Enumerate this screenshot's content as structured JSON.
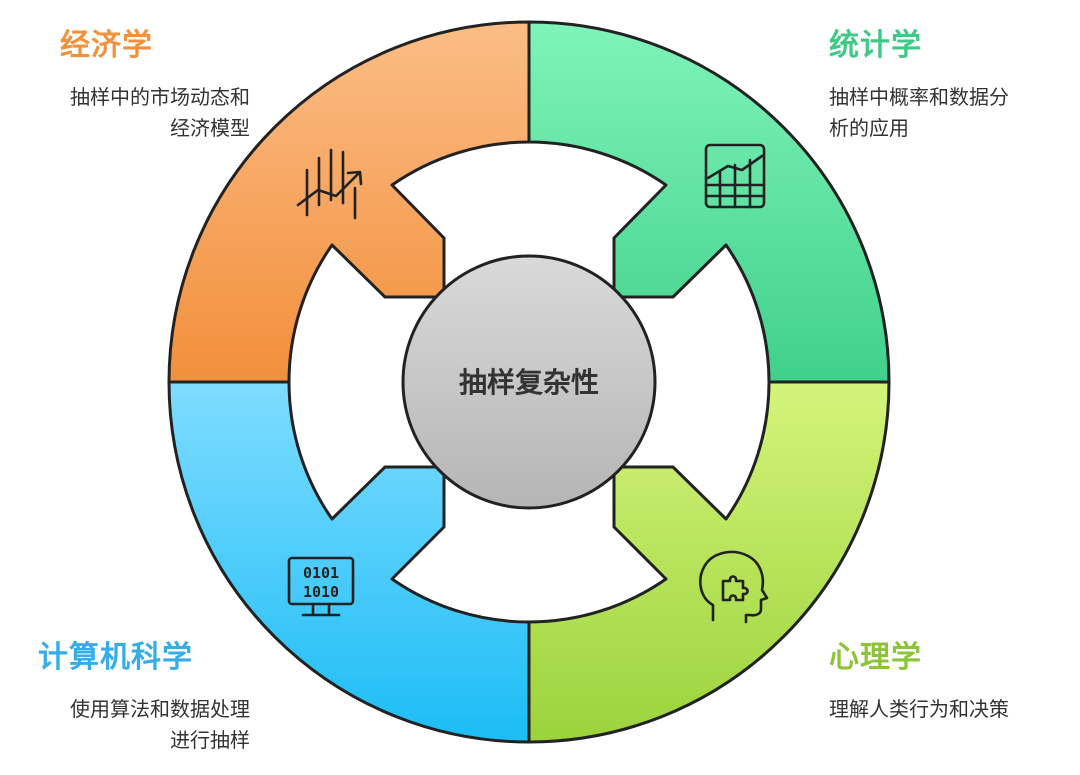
{
  "center": {
    "label": "抽样复杂性"
  },
  "quadrants": [
    {
      "key": "econ",
      "title": "经济学",
      "desc_lines": [
        "抽样中的市场动态和",
        "经济模型"
      ],
      "color": "#f0923c",
      "icon": "chart-bars-icon"
    },
    {
      "key": "stats",
      "title": "统计学",
      "desc_lines": [
        "抽样中概率和数据分",
        "析的应用"
      ],
      "color": "#3fc987",
      "icon": "line-graph-icon"
    },
    {
      "key": "cs",
      "title": "计算机科学",
      "desc_lines": [
        "使用算法和数据处理",
        "进行抽样"
      ],
      "color": "#35aee6",
      "icon": "binary-monitor-icon",
      "icon_text": [
        "0101",
        "1010"
      ]
    },
    {
      "key": "psych",
      "title": "心理学",
      "desc_lines": [
        "理解人类行为和决策"
      ],
      "color": "#8cc43a",
      "icon": "head-puzzle-icon"
    }
  ]
}
